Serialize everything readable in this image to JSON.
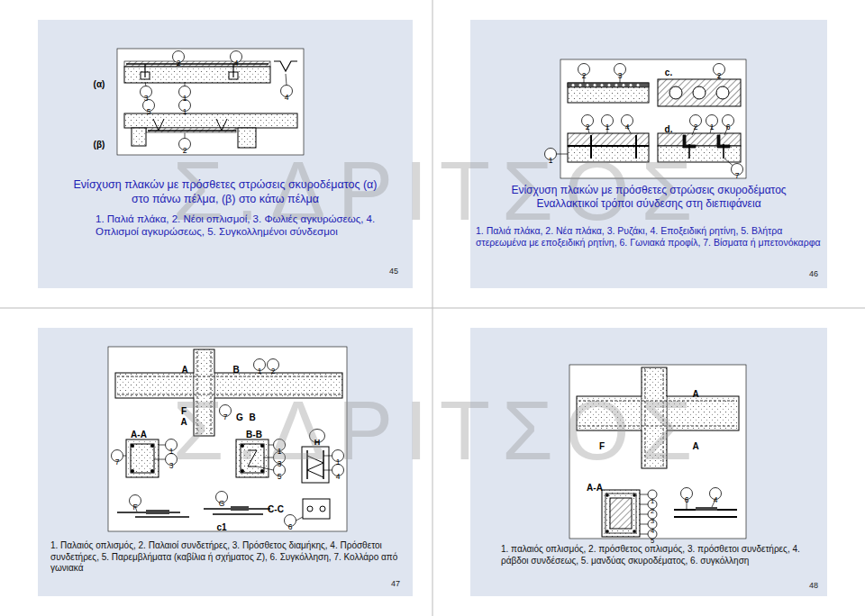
{
  "diagram": {
    "nodes": [
      {
        "text": [
          "Ενίσχυση πλακών με πρόσθετες στρώσεις σκυροδέματος (α) στο πάνω πέλμα, (β) στο κάτω πέλμα",
          "1. Παλιά πλάκα, 2. Νέοι οπλισμοί, 3. Φωλιές αγκυρώσεως, 4. Οπλισμοί αγκυρώσεως, 5. Συγκολλημένοι σύνδεσμοι",
          "45"
        ]
      },
      {
        "text": [
          "Ενίσχυση πλακών με πρόσθετες στρώσεις σκυροδέματος Εναλλακτικοί τρόποι σύνδεσης στη διεπιφάνεια",
          "1. Παλιά πλάκα, 2. Νέα πλάκα, 3. Ρυζάκι, 4. Εποξειδική ρητίνη, 5. Βλήτρα στερεωμένα με εποξειδική ρητίνη, 6. Γωνιακά προφίλ, 7. Βίσματα ή μπετονόκαρφα",
          "46"
        ]
      },
      {
        "text": [
          "1. Παλαιός οπλισμός, 2. Παλαιοί συνδετήρες, 3. Πρόσθετος διαμήκης, 4. Πρόσθετοι συνδετήρες, 5. Παρεμβλήματα (καβίλια ή σχήματος Ζ), 6. Συγκόλληση, 7. Κολλάρο από γωνιακά",
          "47"
        ]
      },
      {
        "text": [
          "1. παλαιός οπλισμός, 2. πρόσθετος οπλισμός, 3. πρόσθετοι συνδετήρες, 4. ράβδοι συνδέσεως, 5. μανδύας σκυροδέματος, 6. συγκόλληση",
          "48"
        ]
      }
    ],
    "labels": [
      "Σ.ΔΡΙΤΣΟΣ",
      "Σ.ΔΡΙΤΣΟΣ",
      "(α)",
      "(β)",
      "2",
      "4",
      "3",
      "1",
      "4",
      "5",
      "1",
      "2",
      "2",
      "3",
      "c.",
      "2",
      "2",
      "1",
      "4",
      "d.",
      "2",
      "1",
      "6",
      "1",
      "7",
      "A",
      "B",
      "1",
      "2",
      "F",
      "A",
      "7",
      "G",
      "B",
      "A-A",
      "B-B",
      "H",
      "7",
      "1",
      "3",
      "1",
      "3",
      "5",
      "1",
      "4",
      "F",
      "G",
      "C-C",
      "c1",
      "6",
      "A",
      "F",
      "A",
      "A-A",
      "1",
      "2",
      "3",
      "4",
      "5",
      "6",
      "4"
    ]
  }
}
